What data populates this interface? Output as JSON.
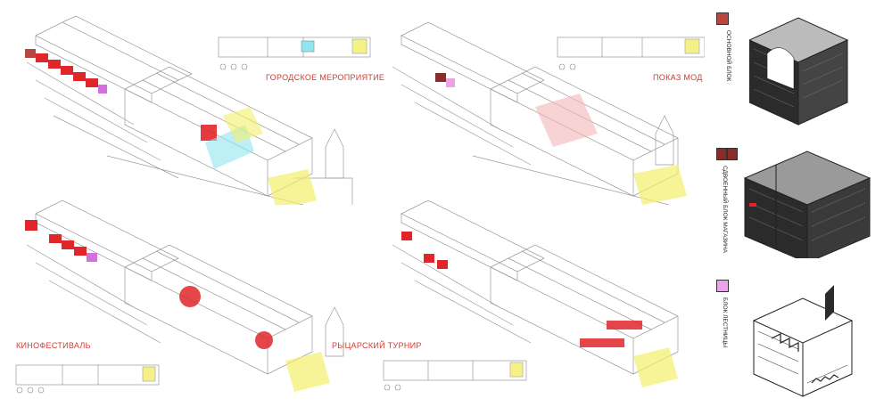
{
  "scenarios": [
    {
      "title": "ГОРОДСКОЕ МЕРОПРИЯТИЕ"
    },
    {
      "title": "ПОКАЗ МОД"
    },
    {
      "title": "КИНОФЕСТИВАЛЬ"
    },
    {
      "title": "РЫЦАРСКИЙ ТУРНИР"
    }
  ],
  "legend": [
    {
      "label": "ОСНОВНОЙ БЛОК",
      "color": "#b6493f"
    },
    {
      "label": "СДВОЕННЫЙ БЛОК МАГАЗИНА",
      "color": "#8a2c2a"
    },
    {
      "label": "БЛОК ЛЕСТНИЦЫ",
      "color": "#e9a3e6"
    }
  ],
  "colors": {
    "accent_red": "#e0262a",
    "highlight_yellow": "#f2ef6a",
    "highlight_cyan": "#8fe6ef",
    "magenta": "#d46fe0",
    "dark_block": "#2b2b2b",
    "line": "#8a8a8a"
  }
}
